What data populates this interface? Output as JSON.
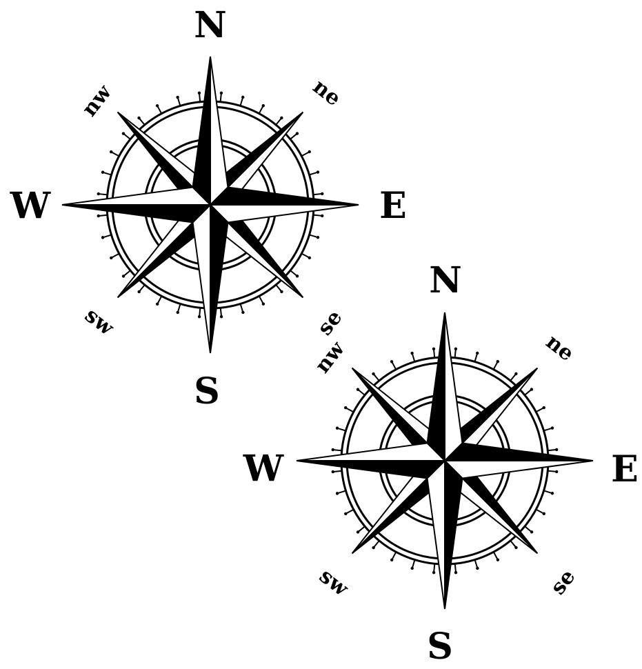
{
  "colors": {
    "ink": "#000000",
    "paper": "#ffffff"
  },
  "compasses": [
    {
      "labels": {
        "n": "N",
        "e": "E",
        "s": "S",
        "w": "W",
        "ne": "ne",
        "se": "se",
        "sw": "sw",
        "nw": "nw"
      }
    },
    {
      "labels": {
        "n": "N",
        "e": "E",
        "s": "S",
        "w": "W",
        "ne": "ne",
        "se": "se",
        "sw": "sw",
        "nw": "nw"
      }
    }
  ]
}
